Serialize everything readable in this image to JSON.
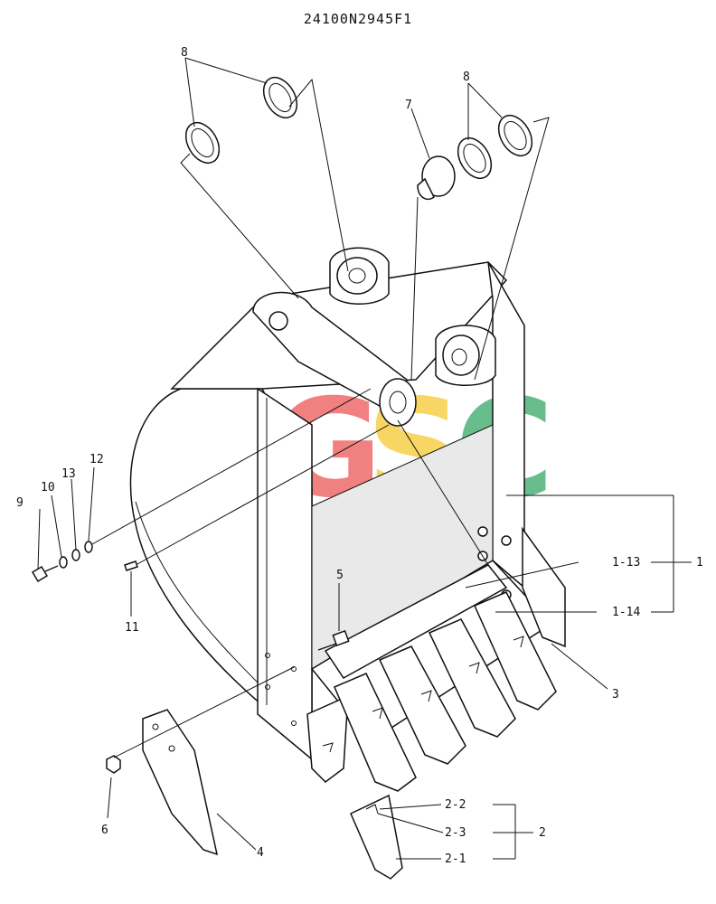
{
  "title": "24100N2945F1",
  "watermark": {
    "letters": [
      "C",
      "G",
      "S",
      "C"
    ],
    "colors": [
      "#5b97f2",
      "#ef6b6b",
      "#f7d04a",
      "#4fb27a"
    ]
  },
  "callouts": {
    "c1": "1",
    "c1_13": "1-13",
    "c1_14": "1-14",
    "c2": "2",
    "c2_1": "2-1",
    "c2_2": "2-2",
    "c2_3": "2-3",
    "c3": "3",
    "c4": "4",
    "c5": "5",
    "c6": "6",
    "c7": "7",
    "c8a": "8",
    "c8b": "8",
    "c9": "9",
    "c10": "10",
    "c11": "11",
    "c12": "12",
    "c13": "13"
  }
}
